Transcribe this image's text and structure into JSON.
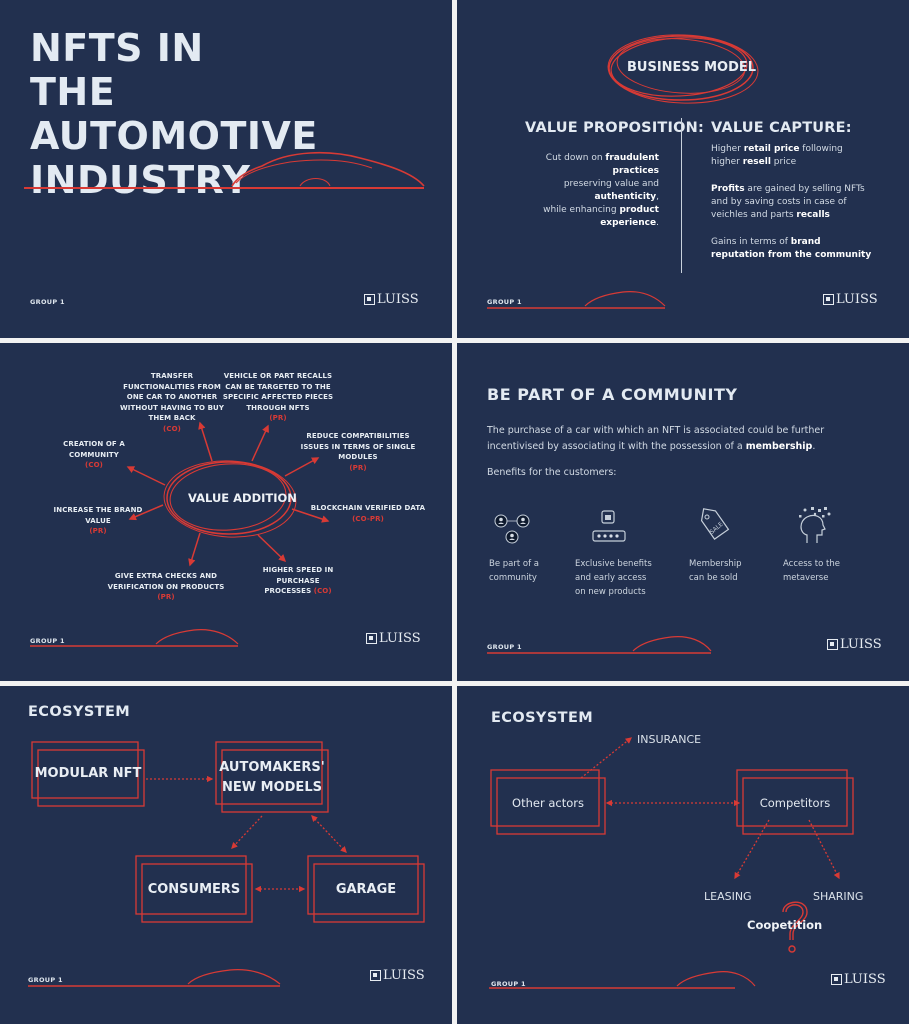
{
  "footer": {
    "group": "GROUP 1",
    "logo": "LUISS",
    "logo_icon": "luiss-crest-icon"
  },
  "colors": {
    "background": "#22304f",
    "accent": "#d83a35",
    "text": "#dfe6ee"
  },
  "slide1": {
    "title_lines": [
      "NFTS IN THE",
      "AUTOMOTIVE",
      "INDUSTRY"
    ]
  },
  "slide2": {
    "badge": "BUSINESS MODEL",
    "left_heading": "VALUE PROPOSITION:",
    "left_text": {
      "l1a": "Cut down on ",
      "l1b": "fraudulent",
      "l2": "practices",
      "l3": "preserving value and",
      "l4": "authenticity",
      "l4c": ",",
      "l5a": "while enhancing ",
      "l5b": "product",
      "l6": "experience",
      "l6c": "."
    },
    "right_heading": "VALUE CAPTURE:",
    "right_text": {
      "p1a": "Higher ",
      "p1b": "retail price",
      "p1c": " following",
      "p1d": "higher ",
      "p1e": "resell",
      "p1f": " price",
      "p2a": "Profits",
      "p2b": " are gained by selling NFTs",
      "p2c": "and by saving costs in case of",
      "p2d": "veichles  and parts ",
      "p2e": "recalls",
      "p3a": "Gains in terms of ",
      "p3b": "brand",
      "p3c": "reputation from the community"
    }
  },
  "slide3": {
    "center": "VALUE ADDITION",
    "items": [
      {
        "text": [
          "TRANSFER",
          "FUNCTIONALITIES FROM",
          "ONE CAR TO ANOTHER",
          "WITHOUT HAVING TO BUY",
          "THEM BACK"
        ],
        "tag": "(CO)"
      },
      {
        "text": [
          "VEHICLE OR PART RECALLS",
          "CAN BE TARGETED TO THE",
          "SPECIFIC AFFECTED PIECES",
          "THROUGH NFTS"
        ],
        "tag": "(PR)"
      },
      {
        "text": [
          "CREATION OF A",
          "COMMUNITY"
        ],
        "tag": "(CO)"
      },
      {
        "text": [
          "REDUCE COMPATIBILITIES",
          "ISSUES IN TERMS OF SINGLE",
          "MODULES"
        ],
        "tag": "(PR)"
      },
      {
        "text": [
          "INCREASE THE BRAND",
          "VALUE"
        ],
        "tag": "(PR)"
      },
      {
        "text": [
          "BLOCKCHAIN VERIFIED DATA"
        ],
        "tag": "(CO-PR)"
      },
      {
        "text": [
          "GIVE EXTRA CHECKS AND",
          "VERIFICATION ON PRODUCTS"
        ],
        "tag": "(PR)"
      },
      {
        "text": [
          "HIGHER SPEED IN",
          "PURCHASE",
          "PROCESSES"
        ],
        "tag": "(CO)"
      }
    ]
  },
  "slide4": {
    "heading": "BE PART OF A COMMUNITY",
    "para_a": "The purchase of a car with which an NFT is associated could be further",
    "para_b": "incentivised by associating it with the possession of a ",
    "para_c": "membership",
    "para_d": ".",
    "benefits_label": "Benefits for the customers:",
    "benefits": [
      {
        "icon": "community-icon",
        "lines": [
          "Be part of a",
          "community"
        ]
      },
      {
        "icon": "password-lock-icon",
        "lines": [
          "Exclusive benefits",
          "and early access",
          "on new products"
        ]
      },
      {
        "icon": "sale-tag-icon",
        "lines": [
          "Membership",
          "can be sold"
        ]
      },
      {
        "icon": "metaverse-head-icon",
        "lines": [
          "Access to the",
          "metaverse"
        ]
      }
    ]
  },
  "slide5": {
    "heading": "ECOSYSTEM",
    "boxes": {
      "modular_nft": "MODULAR NFT",
      "automakers_1": "AUTOMAKERS'",
      "automakers_2": "NEW MODELS",
      "consumers": "CONSUMERS",
      "garage": "GARAGE"
    }
  },
  "slide6": {
    "heading": "ECOSYSTEM",
    "other_actors": "Other actors",
    "competitors": "Competitors",
    "insurance": "INSURANCE",
    "leasing": "LEASING",
    "sharing": "SHARING",
    "coopetition": "Coopetition",
    "question_icon": "question-mark-icon"
  }
}
